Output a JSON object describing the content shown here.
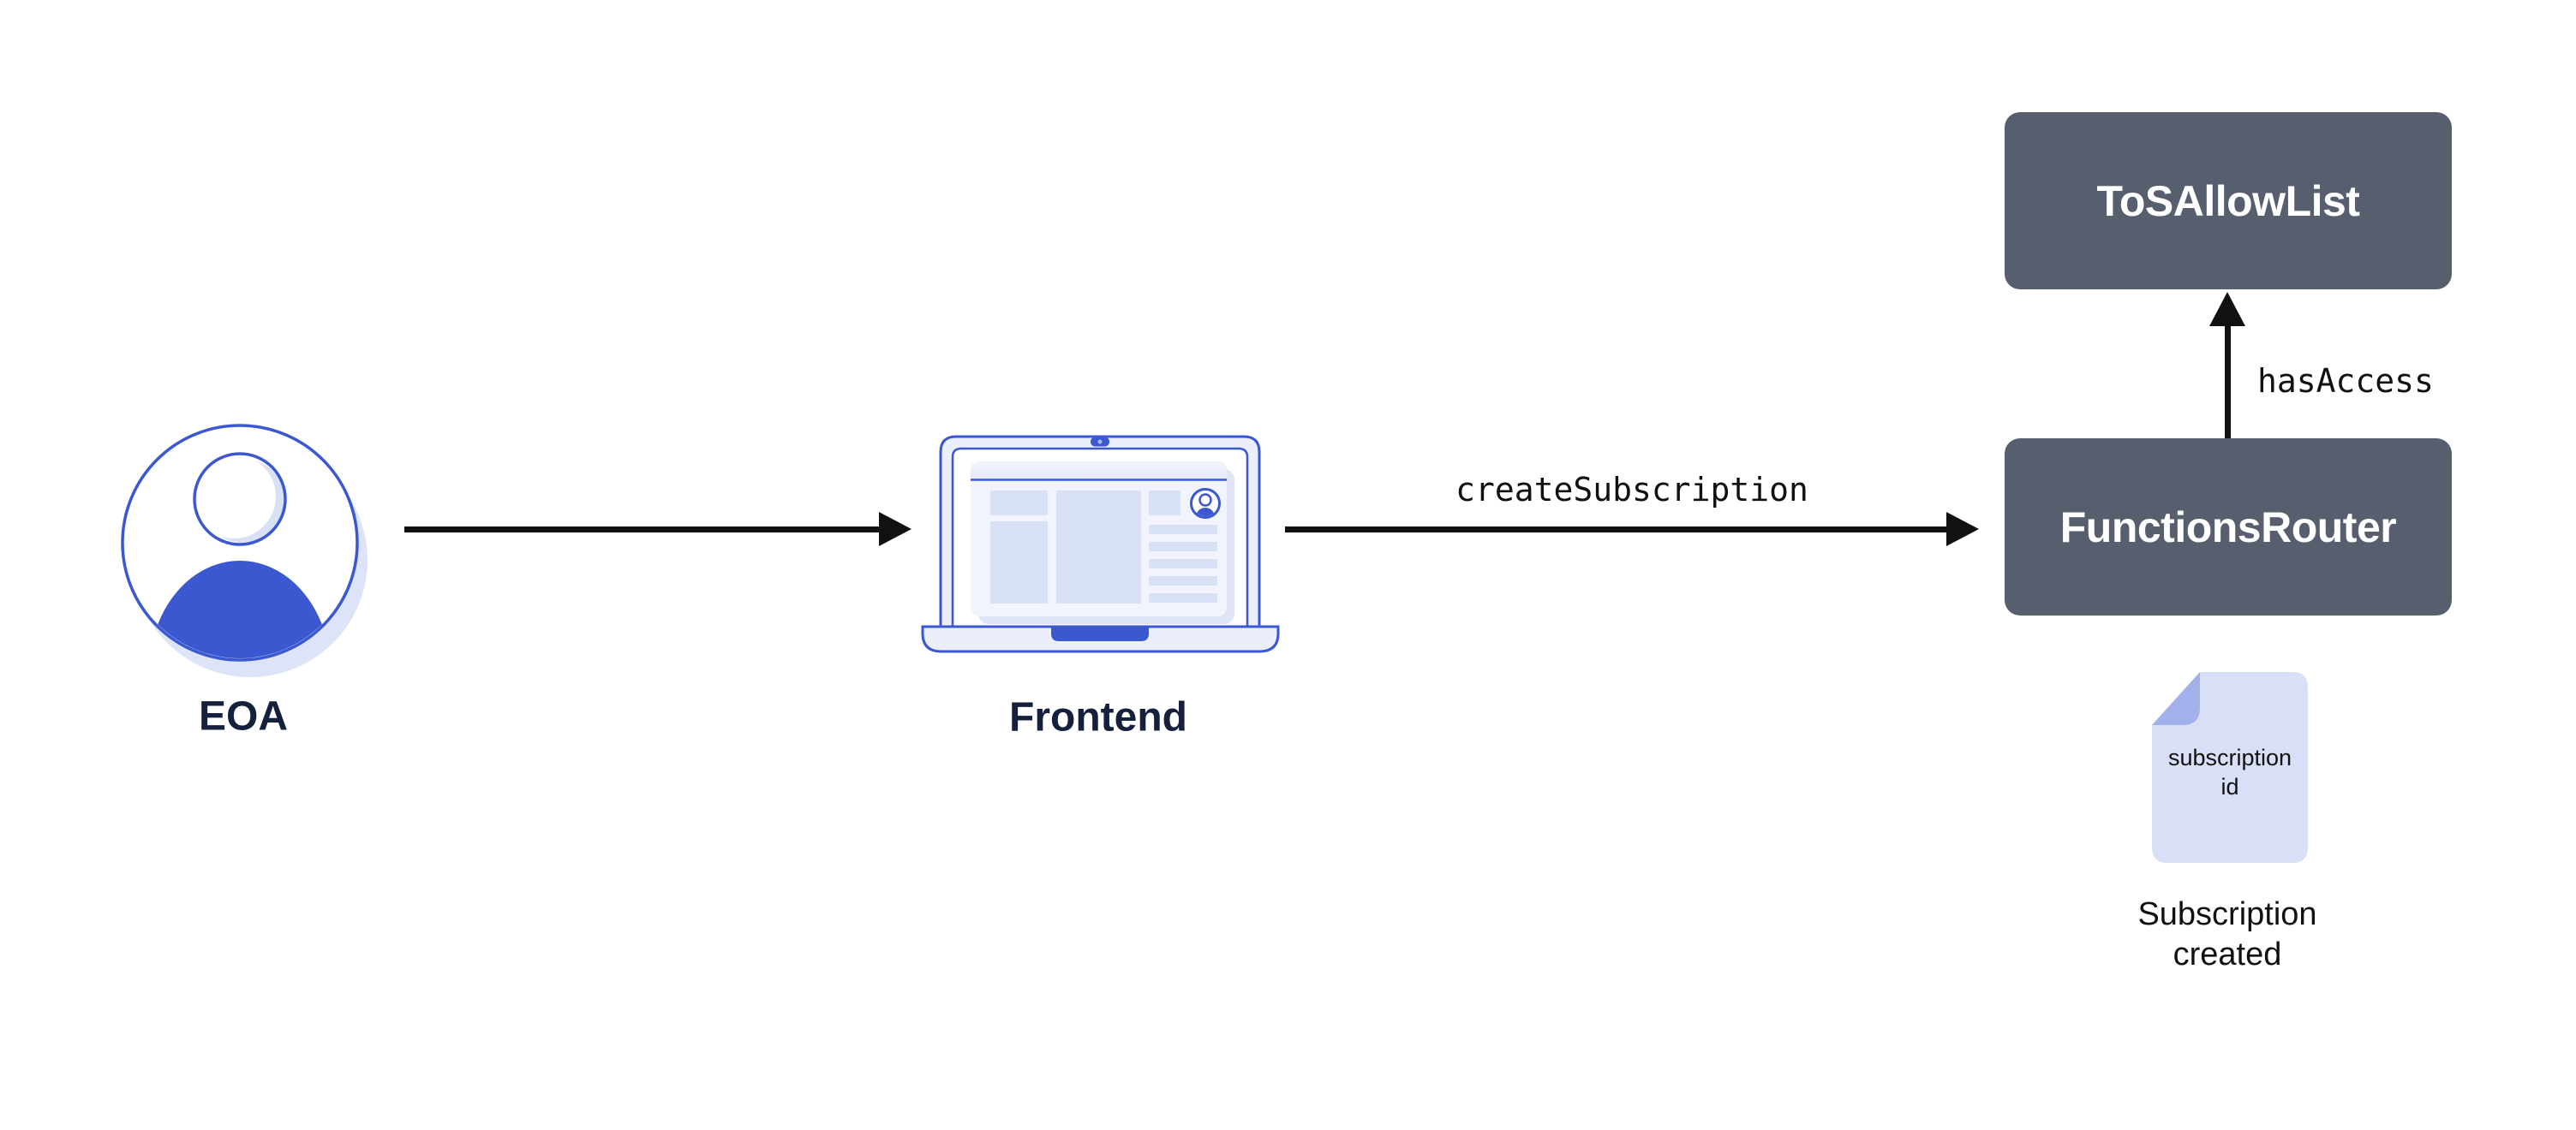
{
  "nodes": {
    "eoa": {
      "label": "EOA"
    },
    "frontend": {
      "label": "Frontend"
    },
    "tos_allow_list": {
      "label": "ToSAllowList"
    },
    "functions_router": {
      "label": "FunctionsRouter"
    },
    "subscription_doc": {
      "line1": "subscription",
      "line2": "id"
    },
    "subscription_caption": {
      "line1": "Subscription",
      "line2": "created"
    }
  },
  "edges": {
    "frontend_to_functions_router": {
      "label": "createSubscription"
    },
    "functions_router_to_tos_allow_list": {
      "label": "hasAccess"
    }
  },
  "colors": {
    "accent_blue": "#3b58d1",
    "icon_light_fill": "#ebeffb",
    "icon_panel_fill": "#d9e1f6",
    "icon_shadow_fill": "#dde4f7",
    "box_gray": "#575f6e",
    "navy_label": "#15203c",
    "arrow_black": "#111111",
    "doc_page_fill": "#d8dff7",
    "doc_fold_fill": "#a2b1ec"
  }
}
